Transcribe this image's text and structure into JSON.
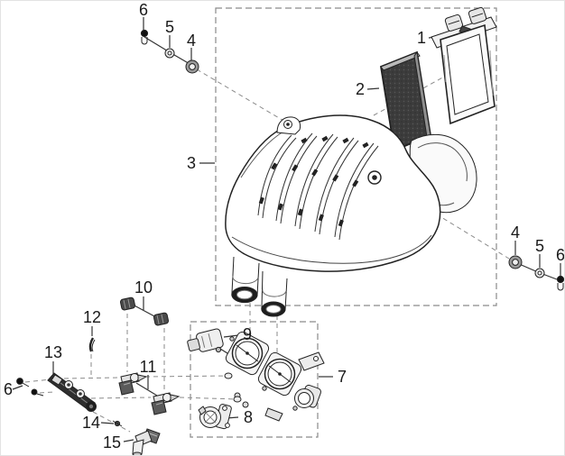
{
  "colors": {
    "line": "#1a1a1a",
    "dash_line": "#8a8a8a",
    "filter_fill": "#3a3a3a",
    "background": "#ffffff"
  },
  "callouts": {
    "c1": "1",
    "c2": "2",
    "c3": "3",
    "c4_top": "4",
    "c5_top": "5",
    "c6_top": "6",
    "c4_right": "4",
    "c5_right": "5",
    "c6_right": "6",
    "c6_left": "6",
    "c7": "7",
    "c8": "8",
    "c9": "9",
    "c10": "10",
    "c11": "11",
    "c12": "12",
    "c13": "13",
    "c14": "14",
    "c15": "15"
  }
}
